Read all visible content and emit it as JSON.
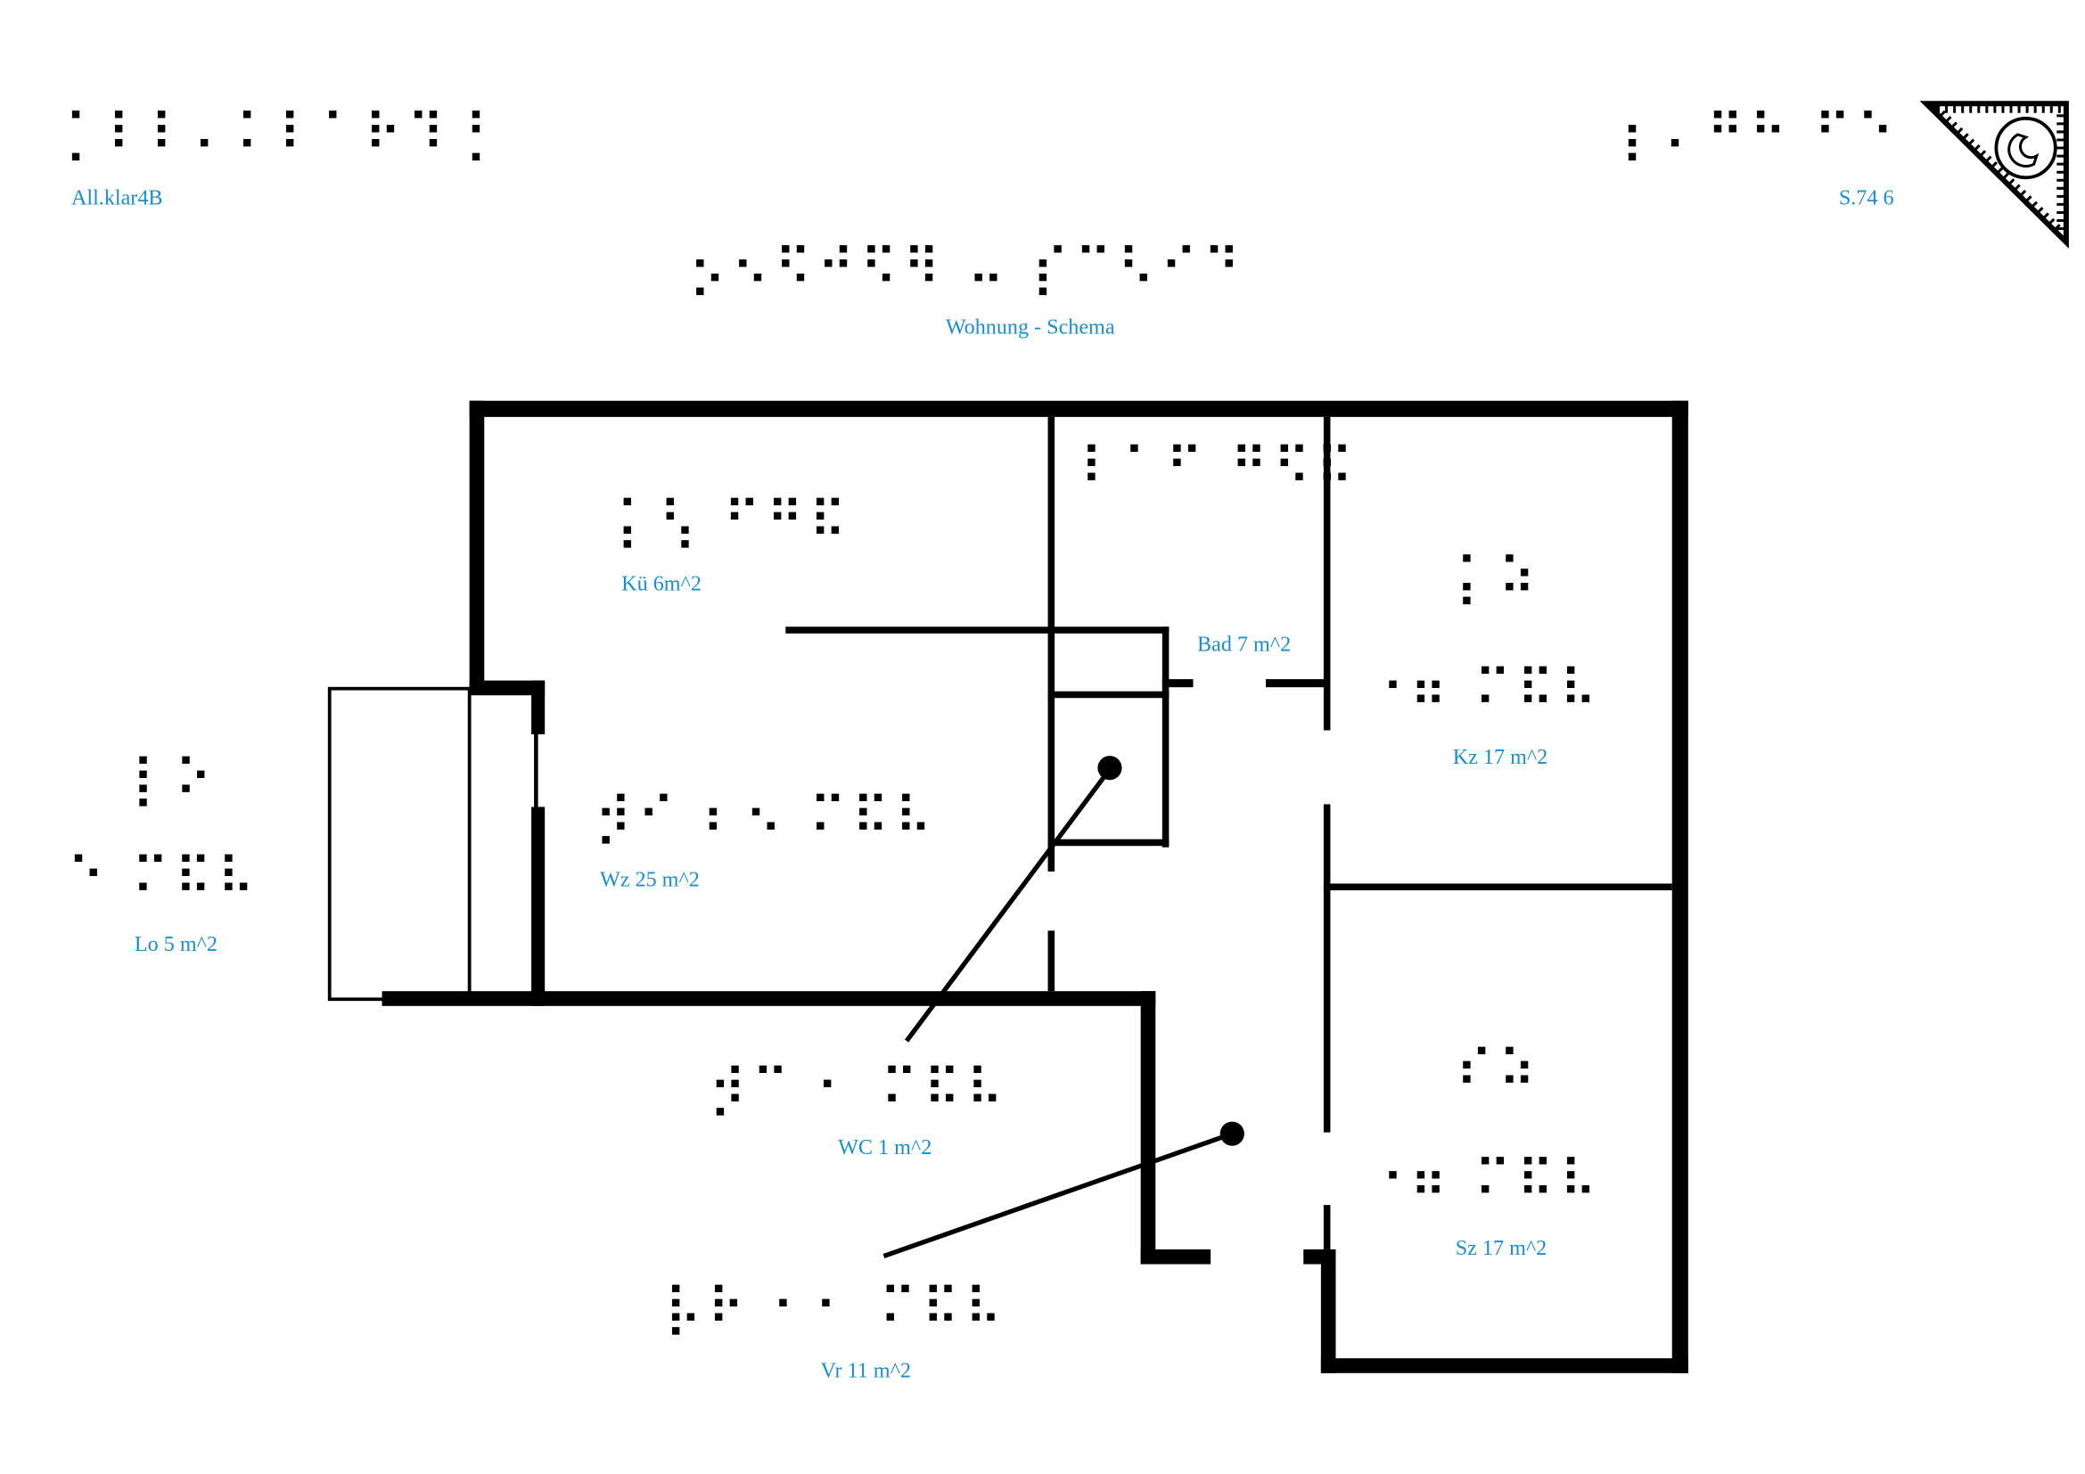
{
  "header": {
    "left_braille": "⡁⠇⠇⠄⠅⠇⠁⠗⠹⢘",
    "left_label": "All.klar4B",
    "right_braille": "⡆⠄⠛⠓ ⠋⠑",
    "right_label": "S.74 6",
    "corner_mark": "tactile-orientation-corner"
  },
  "title": {
    "braille": "⡢⠢⠫⠚⠫⠻ ⠤ ⡎⠉⠣⠊⠙",
    "label": "Wohnung - Schema"
  },
  "rooms": [
    {
      "id": "kueche",
      "braille": "⡅⢣ ⠋⠛⠯",
      "label": "Kü 6m^2"
    },
    {
      "id": "bad",
      "braille": "⠇⠁⠋ ⠛⠫⠯",
      "label": "Bad 7 m^2"
    },
    {
      "id": "wohnzimmer",
      "braille": "⡺⠊ ⠆⠢ ⠍⠯⠧",
      "label": "Wz 25 m^2"
    },
    {
      "id": "kinderzimmer",
      "braille": "⡅⠵",
      "braille2": "⠐⠶ ⠍⠯⠧",
      "label": "Kz 17 m^2"
    },
    {
      "id": "schlafzimmer",
      "braille": "⠎⠵",
      "braille2": "⠐⠶ ⠍⠯⠧",
      "label": "Sz 17 m^2"
    },
    {
      "id": "loggia",
      "braille": "⡇⠕",
      "braille2": "⠑ ⠍⠯⠧",
      "label": "Lo 5 m^2"
    },
    {
      "id": "wc",
      "braille": "⡺⠉ ⠂ ⠍⠯⠧",
      "label": "WC 1 m^2"
    },
    {
      "id": "vorraum",
      "braille": "⡧⠗ ⠂⠂ ⠍⠯⠧",
      "label": "Vr 11 m^2"
    }
  ]
}
